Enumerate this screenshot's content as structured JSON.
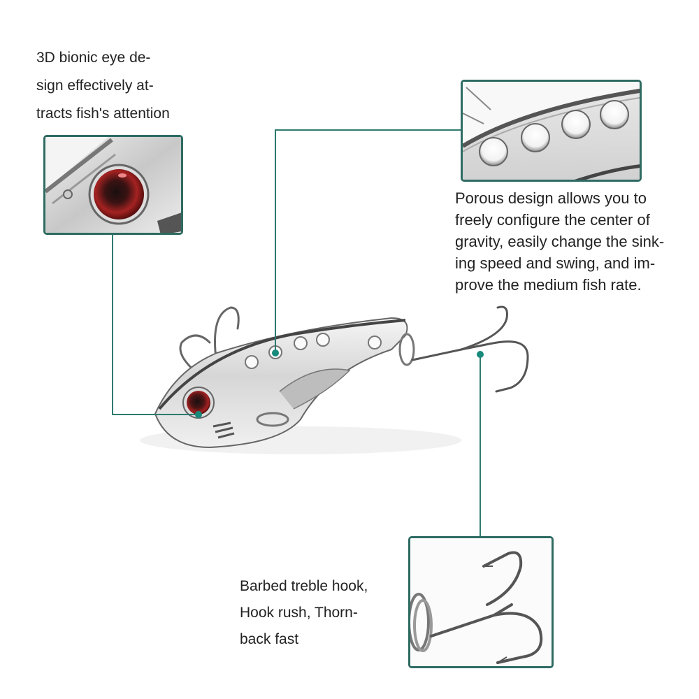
{
  "callouts": {
    "eye": {
      "lines": [
        "3D bionic eye de-",
        "sign effectively at-",
        "tracts fish's attention"
      ],
      "feature": "eye-closeup"
    },
    "porous": {
      "lines": [
        "Porous design allows you to",
        "freely configure the center of",
        "gravity, easily change the sink-",
        "ing speed and swing, and im-",
        "prove the medium fish rate."
      ],
      "feature": "holes-closeup"
    },
    "hook": {
      "lines": [
        "Barbed treble hook,",
        "Hook rush, Thorn-",
        "back fast"
      ],
      "feature": "treble-hook-closeup"
    }
  },
  "colors": {
    "frame": "#2e6b62",
    "connector": "#2e7a70",
    "dot": "#178a7c",
    "eye": "#8b1a1a"
  }
}
